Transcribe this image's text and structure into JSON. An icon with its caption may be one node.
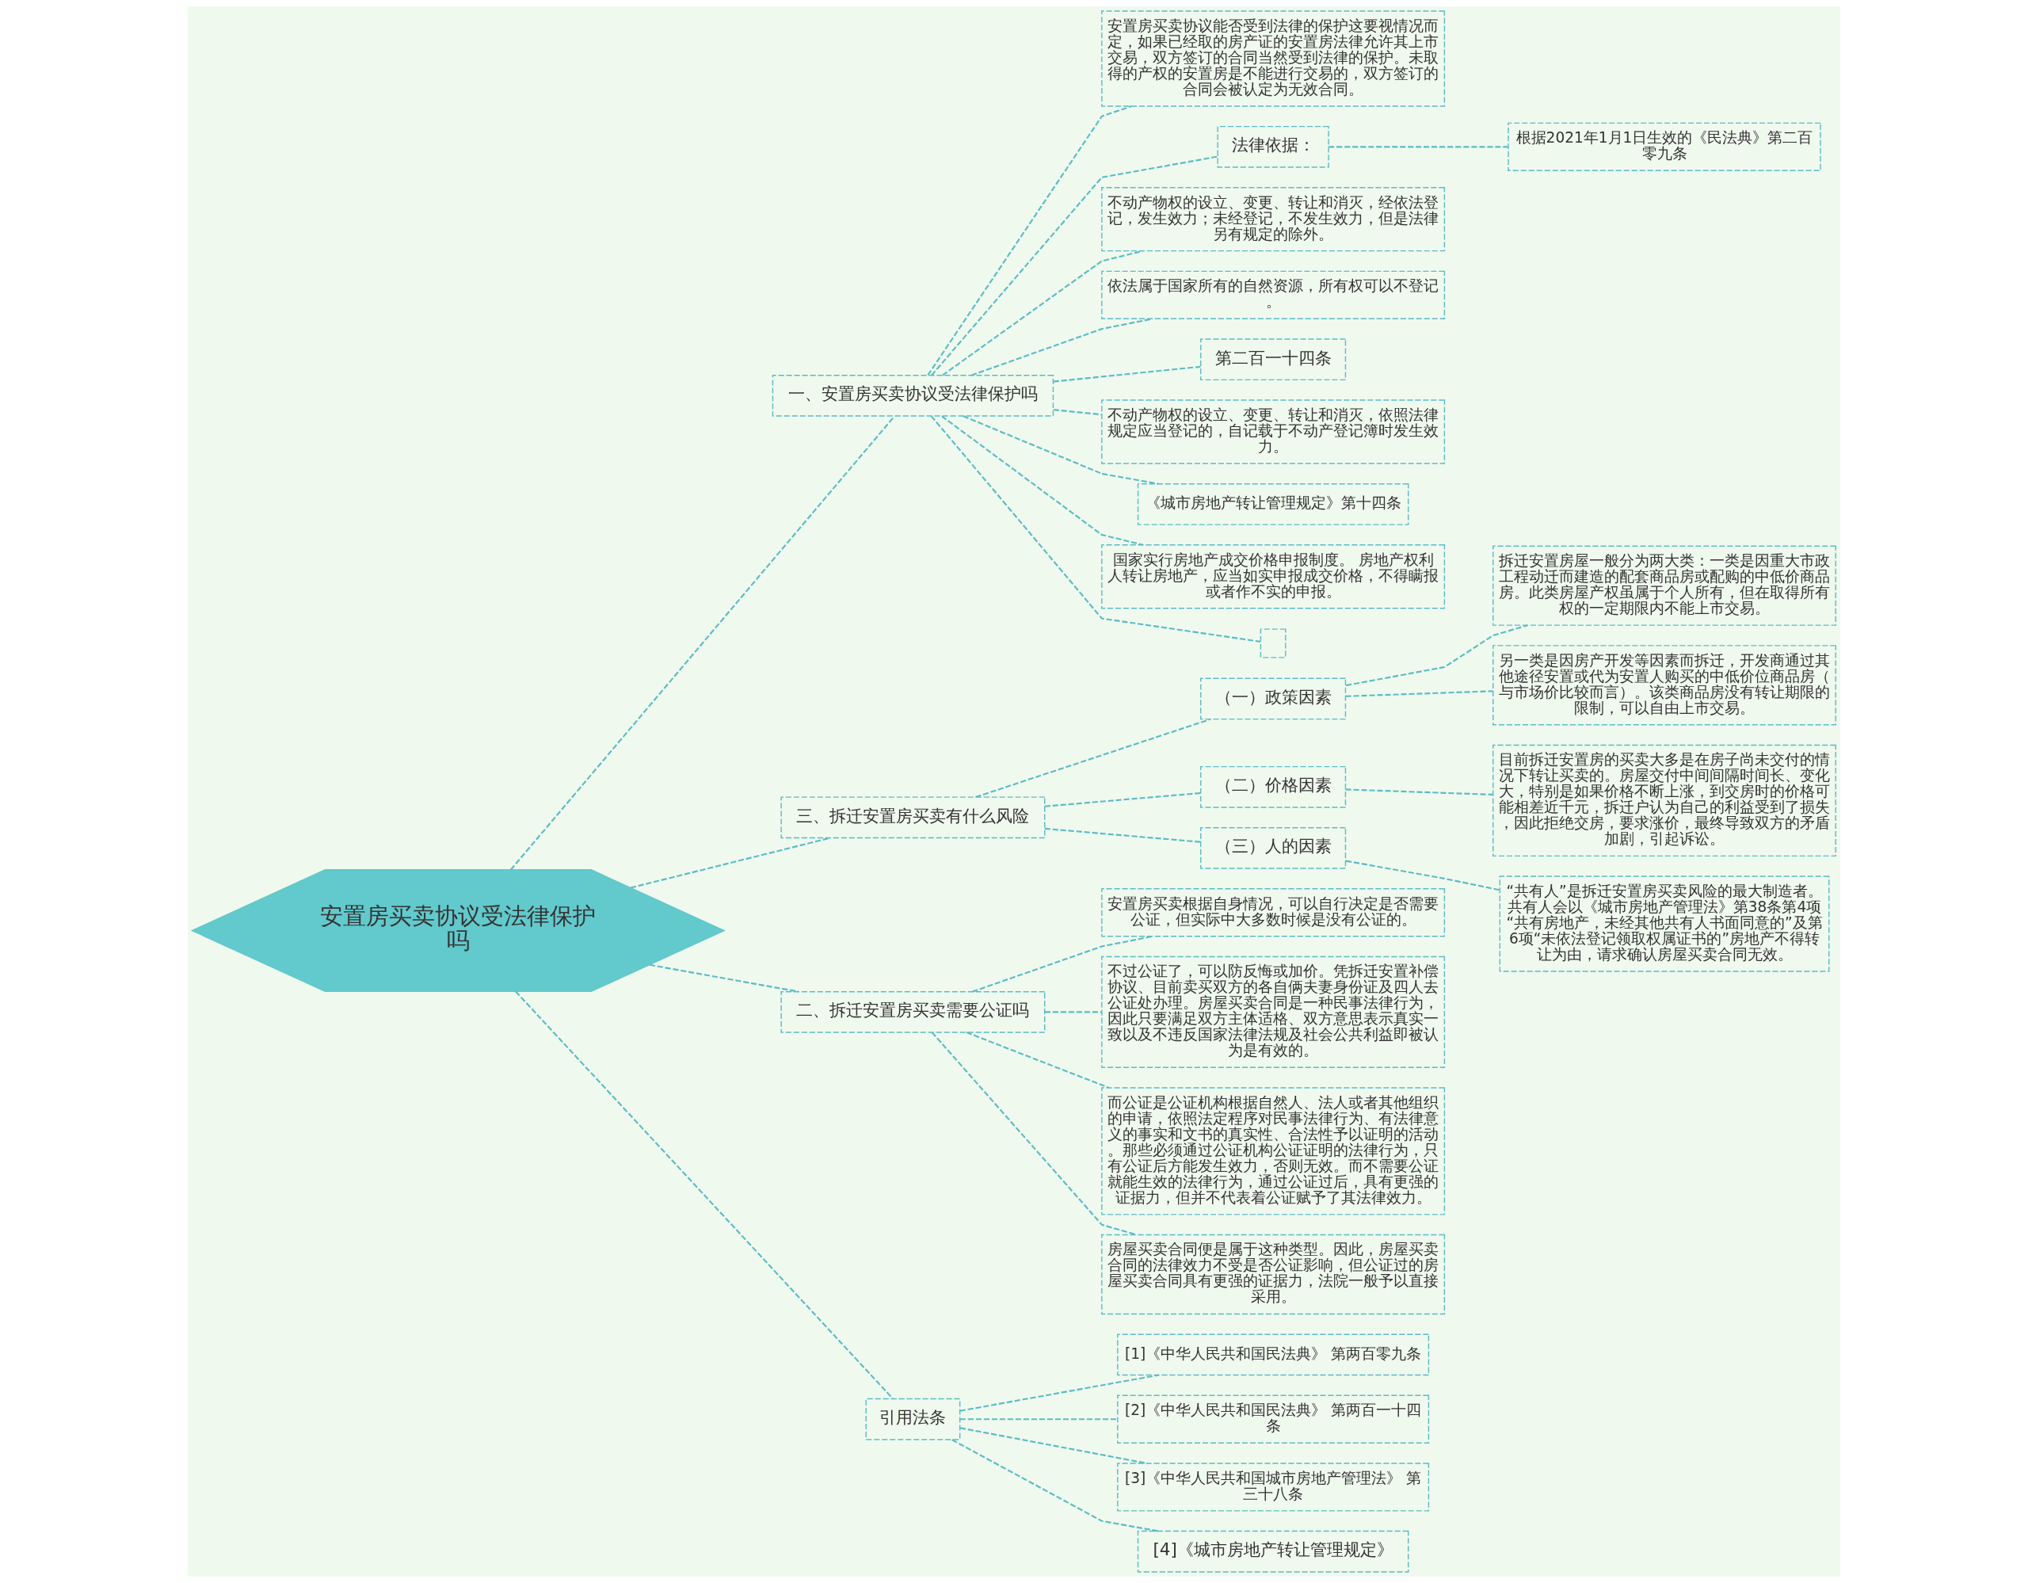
{
  "diagram": {
    "nodes": [
      {
        "text": [
          "安置房买卖协议受法律保护吗"
        ]
      },
      {
        "text": [
          "一、安置房买卖协议受法律保护吗"
        ]
      },
      {
        "text": [
          "安置房买卖协议能否受到法律的保护这要视情况而定，如果已经取的房产证的安置房法律允许其上市交易，双方签订的合同当然受到法律的保护。未取得的产权的安置房是不能进行交易的，双方签订的合同会被认定为无效合同。"
        ]
      },
      {
        "text": [
          "法律依据："
        ]
      },
      {
        "text": [
          "根据2021年1月1日生效的《民法典》第二百零九条"
        ]
      },
      {
        "text": [
          "不动产物权的设立、变更、转让和消灭，经依法登记，发生效力；未经登记，不发生效力，但是法律另有规定的除外。"
        ]
      },
      {
        "text": [
          "依法属于国家所有的自然资源，所有权可以不登记。"
        ]
      },
      {
        "text": [
          "第二百一十四条"
        ]
      },
      {
        "text": [
          "不动产物权的设立、变更、转让和消灭，依照法律规定应当登记的，自记载于不动产登记簿时发生效力。"
        ]
      },
      {
        "text": [
          "《城市房地产转让管理规定》第十四条"
        ]
      },
      {
        "text": [
          "国家实行房地产成交价格申报制度。 房地产权利人转让房地产，应当如实申报成交价格，不得瞒报或者作不实的申报。"
        ]
      },
      {
        "text": [],
        "shape": "box"
      },
      {
        "text": [
          "三、拆迁安置房买卖有什么风险"
        ]
      },
      {
        "text": [
          "（一）政策因素"
        ]
      },
      {
        "text": [
          "拆迁安置房屋一般分为两大类：一类是因重大市政工程动迁而建造的配套商品房或配购的中低价商品房。此类房屋产权虽属于个人所有，但在取得所有权的一定期限内不能上市交易。"
        ]
      },
      {
        "text": [
          "另一类是因房产开发等因素而拆迁，开发商通过其他途径安置或代为安置人购买的中低价位商品房（与市场价比较而言）。该类商品房没有转让期限的限制，可以自由上市交易。"
        ]
      },
      {
        "text": [
          "（二）价格因素"
        ]
      },
      {
        "text": [
          "目前拆迁安置房的买卖大多是在房子尚未交付的情况下转让买卖的。房屋交付中间间隔时间长、变化大，特别是如果价格不断上涨，到交房时的价格可能相差近千元，拆迁户认为自己的利益受到了损失，因此拒绝交房，要求涨价，最终导致双方的矛盾加剧，引起诉讼。"
        ]
      },
      {
        "text": [
          "（三）人的因素"
        ]
      },
      {
        "text": [
          "“共有人”是拆迁安置房买卖风险的最大制造者。共有人会以《城市房地产管理法》第38条第4项“共有房地产，未经其他共有人书面同意的”及第6项“未依法登记领取权属证书的”房地产不得转让为由，请求确认房屋买卖合同无效。"
        ]
      },
      {
        "text": [
          "二、拆迁安置房买卖需要公证吗"
        ]
      },
      {
        "text": [
          "安置房买卖根据自身情况，可以自行决定是否需要公证，但实际中大多数时候是没有公证的。"
        ]
      },
      {
        "text": [
          "不过公证了，可以防反悔或加价。凭拆迁安置补偿协议、目前卖买双方的各自俩夫妻身份证及四人去公证处办理。房屋买卖合同是一种民事法律行为，因此只要满足双方主体适格、双方意思表示真实一致以及不违反国家法律法规及社会公共利益即被认为是有效的。"
        ]
      },
      {
        "text": [
          "而公证是公证机构根据自然人、法人或者其他组织的申请，依照法定程序对民事法律行为、有法律意义的事实和文书的真实性、合法性予以证明的活动。那些必须通过公证机构公证证明的法律行为，只有公证后方能发生效力，否则无效。而不需要公证就能生效的法律行为，通过公证过后，具有更强的证据力，但并不代表着公证赋予了其法律效力。"
        ]
      },
      {
        "text": [
          "房屋买卖合同便是属于这种类型。因此，房屋买卖合同的法律效力不受是否公证影响，但公证过的房屋买卖合同具有更强的证据力，法院一般予以直接采用。"
        ]
      },
      {
        "text": [
          "引用法条"
        ]
      },
      {
        "text": [
          "[1]《中华人民共和国民法典》 第两百零九条"
        ]
      },
      {
        "text": [
          "[2]《中华人民共和国民法典》 第两百一十四条"
        ]
      },
      {
        "text": [
          "[3]《中华人民共和国城市房地产管理法》 第三十八条"
        ]
      },
      {
        "text": [
          "[4]《城市房地产转让管理规定》"
        ]
      }
    ],
    "edges": [
      {
        "from": 0,
        "to": 1,
        "arrow": "none"
      },
      {
        "from": 1,
        "to": 2,
        "arrow": "none"
      },
      {
        "from": 1,
        "to": 3,
        "arrow": "none"
      },
      {
        "from": 3,
        "to": 4,
        "arrow": "none"
      },
      {
        "from": 1,
        "to": 5,
        "arrow": "none"
      },
      {
        "from": 1,
        "to": 6,
        "arrow": "none"
      },
      {
        "from": 1,
        "to": 7,
        "arrow": "none"
      },
      {
        "from": 1,
        "to": 8,
        "arrow": "none"
      },
      {
        "from": 1,
        "to": 9,
        "arrow": "none"
      },
      {
        "from": 1,
        "to": 10,
        "arrow": "none"
      },
      {
        "from": 1,
        "to": 11,
        "arrow": "none"
      },
      {
        "from": 0,
        "to": 12,
        "arrow": "none"
      },
      {
        "from": 12,
        "to": 13,
        "arrow": "none"
      },
      {
        "from": 13,
        "to": 14,
        "arrow": "none"
      },
      {
        "from": 13,
        "to": 15,
        "arrow": "none"
      },
      {
        "from": 12,
        "to": 16,
        "arrow": "none"
      },
      {
        "from": 16,
        "to": 17,
        "arrow": "none"
      },
      {
        "from": 12,
        "to": 18,
        "arrow": "none"
      },
      {
        "from": 18,
        "to": 19,
        "arrow": "none"
      },
      {
        "from": 0,
        "to": 20,
        "arrow": "none"
      },
      {
        "from": 20,
        "to": 21,
        "arrow": "none"
      },
      {
        "from": 20,
        "to": 22,
        "arrow": "none"
      },
      {
        "from": 20,
        "to": 23,
        "arrow": "none"
      },
      {
        "from": 20,
        "to": 24,
        "arrow": "none"
      },
      {
        "from": 0,
        "to": 25,
        "arrow": "none"
      },
      {
        "from": 25,
        "to": 26,
        "arrow": "none"
      },
      {
        "from": 25,
        "to": 27,
        "arrow": "none"
      },
      {
        "from": 25,
        "to": 28,
        "arrow": "none"
      },
      {
        "from": 25,
        "to": 29,
        "arrow": "none"
      }
    ]
  }
}
